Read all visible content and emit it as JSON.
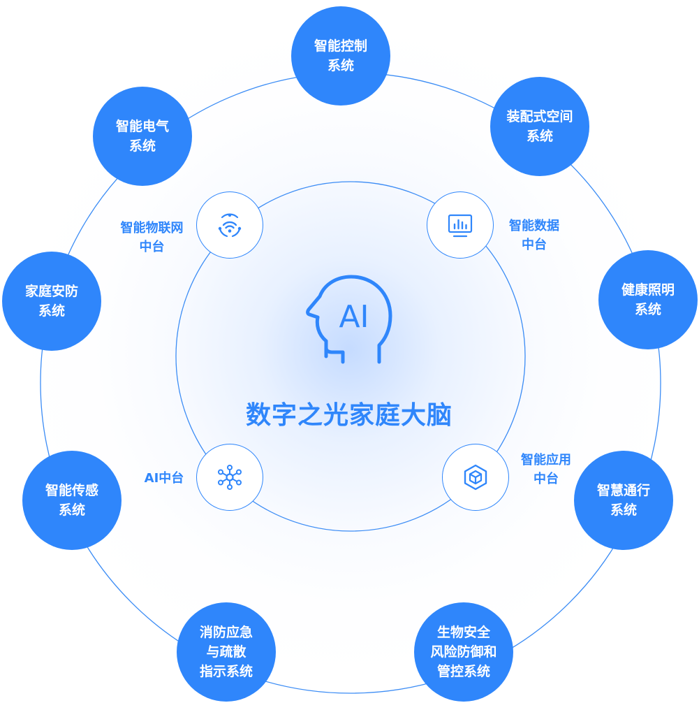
{
  "center": {
    "icon": "ai-head-icon",
    "icon_text": "AI",
    "title": "数字之光家庭大脑"
  },
  "inner_nodes": [
    {
      "id": "iot",
      "icon": "iot-wifi-icon",
      "label_lines": [
        "智能物联网",
        "中台"
      ]
    },
    {
      "id": "data",
      "icon": "data-monitor-icon",
      "label_lines": [
        "智能数据",
        "中台"
      ]
    },
    {
      "id": "ai",
      "icon": "network-nodes-icon",
      "label_lines": [
        "AI中台"
      ]
    },
    {
      "id": "app",
      "icon": "cube-icon",
      "label_lines": [
        "智能应用",
        "中台"
      ]
    }
  ],
  "outer_nodes": [
    {
      "id": "control",
      "lines": [
        "智能控制",
        "系统"
      ]
    },
    {
      "id": "space",
      "lines": [
        "装配式空间",
        "系统"
      ]
    },
    {
      "id": "lighting",
      "lines": [
        "健康照明",
        "系统"
      ]
    },
    {
      "id": "traffic",
      "lines": [
        "智慧通行",
        "系统"
      ]
    },
    {
      "id": "biosafety",
      "lines": [
        "生物安全",
        "风险防御和",
        "管控系统"
      ]
    },
    {
      "id": "fire",
      "lines": [
        "消防应急",
        "与疏散",
        "指示系统"
      ]
    },
    {
      "id": "sensing",
      "lines": [
        "智能传感",
        "系统"
      ]
    },
    {
      "id": "security",
      "lines": [
        "家庭安防",
        "系统"
      ]
    },
    {
      "id": "electric",
      "lines": [
        "智能电气",
        "系统"
      ]
    }
  ],
  "colors": {
    "primary": "#2f86fb",
    "ring": "#3b8cf5",
    "node_text": "#ffffff",
    "background": "#ffffff"
  }
}
